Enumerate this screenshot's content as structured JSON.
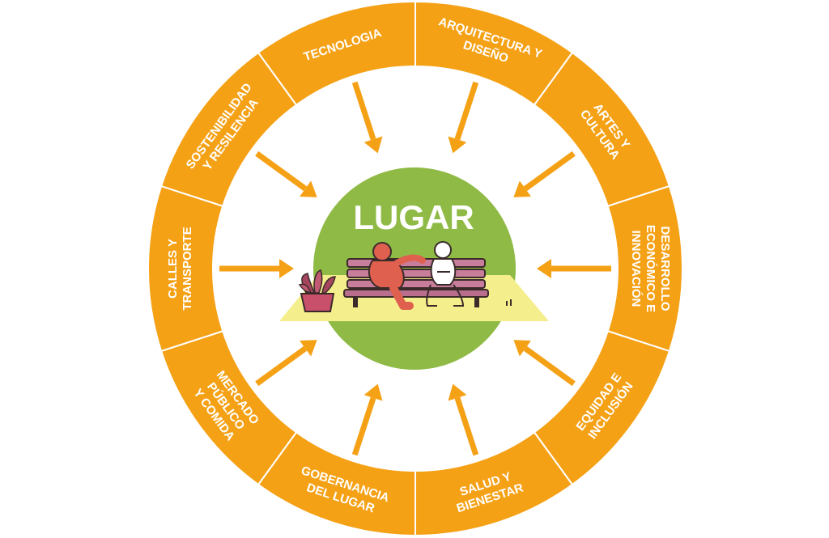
{
  "center": {
    "title": "LUGAR"
  },
  "segments": [
    {
      "lines": [
        "ARQUITECTURA Y",
        "DISEÑO"
      ]
    },
    {
      "lines": [
        "ARTES Y",
        "CULTURA"
      ]
    },
    {
      "lines": [
        "DESARROLLO",
        "ECONÓMICO E",
        "INNOVACIÓN"
      ]
    },
    {
      "lines": [
        "EQUIDAD E",
        "INCLUSIÓN"
      ]
    },
    {
      "lines": [
        "SALUD Y",
        "BIENESTAR"
      ]
    },
    {
      "lines": [
        "GOBERNANCIA",
        "DEL LUGAR"
      ]
    },
    {
      "lines": [
        "MERCADO",
        "PÚBLICO",
        "Y COMIDA"
      ]
    },
    {
      "lines": [
        "CALLES Y",
        "TRANSPORTE"
      ]
    },
    {
      "lines": [
        "SOSTENIBILIDAD",
        "Y RESILENCIA"
      ]
    },
    {
      "lines": [
        "TECNOLOGIA"
      ]
    }
  ],
  "colors": {
    "ring": "#f5a116",
    "ring_border": "#ffffff",
    "center_circle": "#8fba45",
    "ground": "#f5ee8c",
    "arrow": "#f5a116"
  }
}
